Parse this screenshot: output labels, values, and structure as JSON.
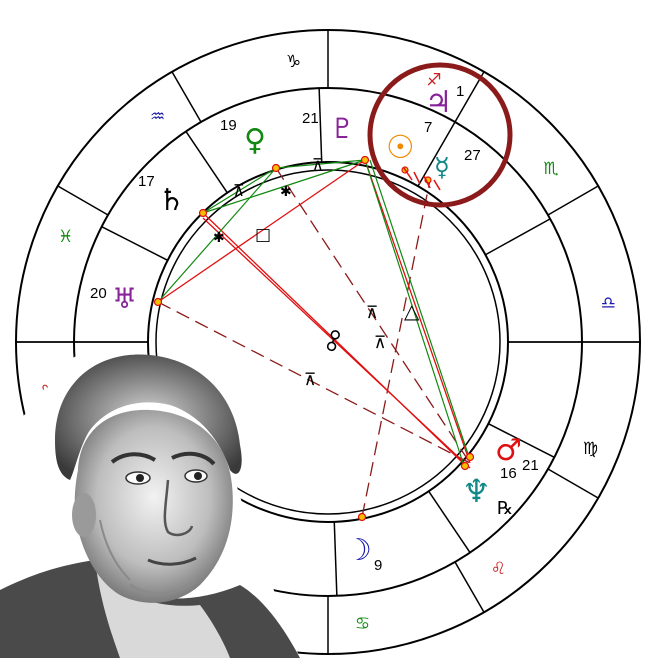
{
  "zodiac": [
    {
      "name": "capricorn",
      "symbol": "♑",
      "color": "#000000"
    },
    {
      "name": "sagittarius",
      "symbol": "♐",
      "color": "#cc2222"
    },
    {
      "name": "scorpio",
      "symbol": "♏",
      "color": "#118811"
    },
    {
      "name": "libra",
      "symbol": "♎",
      "color": "#1a1aaa"
    },
    {
      "name": "virgo",
      "symbol": "♍",
      "color": "#000000"
    },
    {
      "name": "leo",
      "symbol": "♌",
      "color": "#cc2222"
    },
    {
      "name": "cancer",
      "symbol": "♋",
      "color": "#118811"
    },
    {
      "name": "aries",
      "symbol": "♈",
      "color": "#cc2222"
    },
    {
      "name": "pisces",
      "symbol": "♓",
      "color": "#118811"
    },
    {
      "name": "aquarius",
      "symbol": "♒",
      "color": "#1a1aaa"
    }
  ],
  "planets": [
    {
      "name": "jupiter",
      "symbol": "♃",
      "degree": "1",
      "color": "#882299"
    },
    {
      "name": "sun",
      "symbol": "☉",
      "degree": "7",
      "color": "#f08a00"
    },
    {
      "name": "mercury",
      "symbol": "☿",
      "degree": "27",
      "color": "#118888"
    },
    {
      "name": "pluto",
      "symbol": "♇",
      "degree": "21",
      "color": "#882299"
    },
    {
      "name": "venus",
      "symbol": "♀",
      "degree": "19",
      "color": "#118811"
    },
    {
      "name": "saturn",
      "symbol": "♄",
      "degree": "17",
      "color": "#000000"
    },
    {
      "name": "uranus",
      "symbol": "♅",
      "degree": "20",
      "color": "#882299"
    },
    {
      "name": "mars",
      "symbol": "♂",
      "degree": "16",
      "color": "#dd1111"
    },
    {
      "name": "mars-second",
      "degree": "21"
    },
    {
      "name": "neptune",
      "symbol": "♆",
      "color": "#118888"
    },
    {
      "name": "moon",
      "symbol": "☽",
      "degree": "9",
      "color": "#1a1aaa"
    }
  ],
  "neptune_retrograde": "℞",
  "aspect_marks": {
    "trine": "△",
    "square": "□",
    "sextile": "✱",
    "quincunx": "⊼",
    "opposition": "☍"
  },
  "colors": {
    "circle": "#000000",
    "highlight_ring": "#8b1a1a",
    "opposition": "#e01010",
    "trine": "#118811",
    "dashed": "#8b1a1a"
  },
  "portrait": {
    "kind": "engraved-portrait"
  }
}
